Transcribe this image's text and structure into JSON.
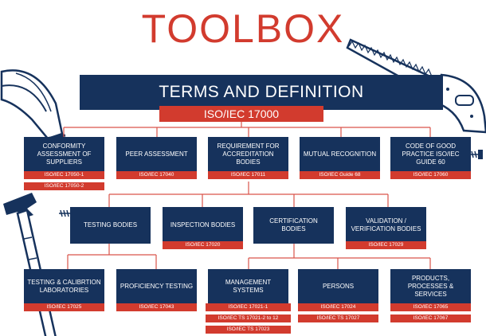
{
  "title": "TOOLBOX",
  "banner": {
    "title": "TERMS AND DEFINITION",
    "standard": "ISO/IEC 17000"
  },
  "row1": [
    {
      "label": "CONFORMITY ASSESSMENT OF SUPPLIERS",
      "tags": [
        "ISO/IEC 17050-1",
        "ISO/IEC 17050-2"
      ]
    },
    {
      "label": "PEER ASSESSMENT",
      "tags": [
        "ISO/IEC 17040"
      ]
    },
    {
      "label": "REQUIREMENT FOR ACCREDITATION BODIES",
      "tags": [
        "ISO/IEC 17011"
      ]
    },
    {
      "label": "MUTUAL RECOGNITION",
      "tags": [
        "ISO/IEC Guide 68"
      ]
    },
    {
      "label": "CODE OF GOOD PRACTICE ISO/IEC GUIDE 60",
      "tags": [
        "ISO/IEC 17060"
      ]
    }
  ],
  "row2": [
    {
      "label": "TESTING BODIES",
      "tags": []
    },
    {
      "label": "INSPECTION BODIES",
      "tags": [
        "ISO/IEC 17020"
      ]
    },
    {
      "label": "CERTIFICATION BODIES",
      "tags": []
    },
    {
      "label": "VALIDATION / VERIFICATION BODIES",
      "tags": [
        "ISO/IEC 17029"
      ]
    }
  ],
  "row3": [
    {
      "label": "TESTING & CALIBRTION LABORATORIES",
      "tags": [
        "ISO/IEC 17025"
      ]
    },
    {
      "label": "PROFICIENCY TESTING",
      "tags": [
        "ISO/IEC 17043"
      ]
    },
    {
      "label": "MANAGEMENT SYSTEMS",
      "tags": [
        "ISO/IEC 17021-1",
        "ISO/IEC TS 17021-2 to 12",
        "ISO/IEC TS 17023"
      ]
    },
    {
      "label": "PERSONS",
      "tags": [
        "ISO/IEC 17024",
        "ISO/IEC TS 17027"
      ]
    },
    {
      "label": "PRODUCTS, PROCESSES & SERVICES",
      "tags": [
        "ISO/IEC 17065",
        "ISO/IEC 17067"
      ]
    }
  ],
  "colors": {
    "navy": "#16325c",
    "red": "#d23b2e",
    "line": "#d9534a",
    "tool": "#16325c"
  },
  "icons": [
    "hard-hat-icon",
    "saw-icon",
    "hammer-icon",
    "screw-icon"
  ]
}
